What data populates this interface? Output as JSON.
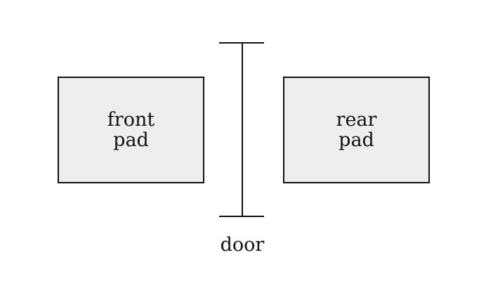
{
  "diagram": {
    "front_pad": {
      "line1": "front",
      "line2": "pad"
    },
    "rear_pad": {
      "line1": "rear",
      "line2": "pad"
    },
    "door": {
      "label": "door"
    }
  }
}
